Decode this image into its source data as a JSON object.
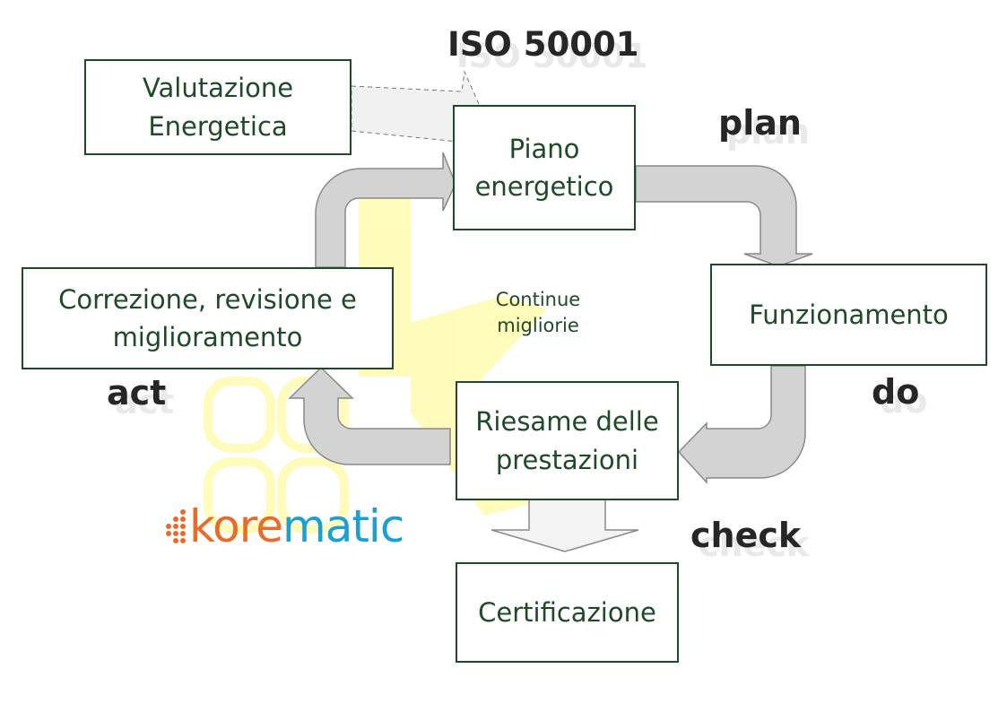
{
  "title": "ISO 50001",
  "boxes": {
    "valutazione": "Valutazione\nEnergetica",
    "piano": "Piano\nenergetico",
    "funzionamento": "Funzionamento",
    "riesame": "Riesame delle\nprestazioni",
    "correzione": "Correzione, revisione e\nmiglioramento",
    "certificazione": "Certificazione"
  },
  "phases": {
    "plan": "plan",
    "do": "do",
    "check": "check",
    "act": "act"
  },
  "center_note": "Continue\nmigliorie",
  "logo": {
    "part1": "kore",
    "part2": "matic",
    "icon": "dot-grid-icon"
  },
  "colors": {
    "box_border": "#1e4a28",
    "arrow_fill": "#d3d3d3",
    "arrow_stroke": "#8a8a8a",
    "logo_orange": "#ea6a28",
    "logo_blue": "#1c9fd4",
    "watermark": "#fffbb0"
  }
}
